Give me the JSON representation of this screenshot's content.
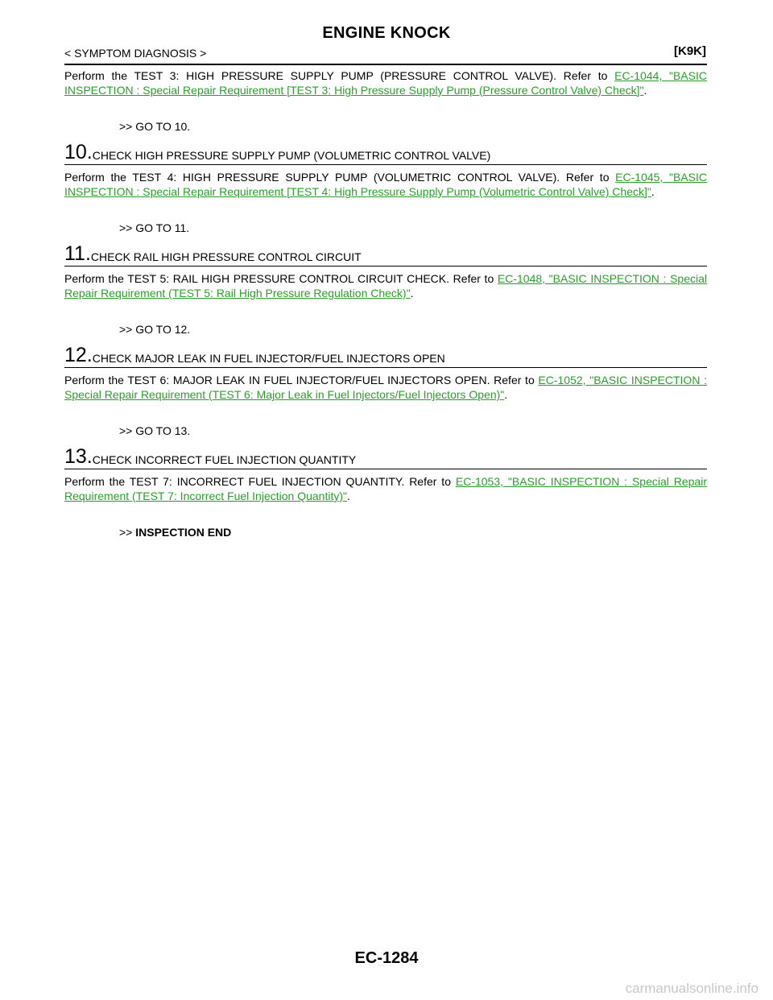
{
  "header": {
    "title": "ENGINE KNOCK",
    "section": "< SYMPTOM DIAGNOSIS >",
    "model": "[K9K]"
  },
  "intro": {
    "text": "Perform the TEST 3: HIGH PRESSURE SUPPLY PUMP (PRESSURE CONTROL VALVE). Refer to ",
    "link": "EC-1044, \"BASIC INSPECTION : Special Repair Requirement [TEST 3: High Pressure Supply Pump (Pressure Control Valve) Check]\"",
    "tail": ".",
    "goto": ">> GO TO 10."
  },
  "steps": [
    {
      "number": "10.",
      "title": "CHECK HIGH PRESSURE SUPPLY PUMP (VOLUMETRIC CONTROL VALVE)",
      "text": "Perform the TEST 4: HIGH PRESSURE SUPPLY PUMP (VOLUMETRIC CONTROL VALVE). Refer to ",
      "link": "EC-1045, \"BASIC INSPECTION : Special Repair Requirement [TEST 4: High Pressure Supply Pump (Volumetric Control Valve) Check]\"",
      "tail": ".",
      "goto": ">> GO TO 11."
    },
    {
      "number": "11.",
      "title": "CHECK RAIL HIGH PRESSURE CONTROL CIRCUIT",
      "text": "Perform the TEST 5: RAIL HIGH PRESSURE CONTROL CIRCUIT CHECK. Refer to ",
      "link": "EC-1048, \"BASIC INSPECTION : Special Repair Requirement (TEST 5: Rail High Pressure Regulation Check)\"",
      "tail": ".",
      "goto": ">> GO TO 12."
    },
    {
      "number": "12.",
      "title": "CHECK MAJOR LEAK IN FUEL INJECTOR/FUEL INJECTORS OPEN",
      "text": "Perform the TEST 6: MAJOR LEAK IN FUEL INJECTOR/FUEL INJECTORS OPEN. Refer to ",
      "link": "EC-1052, \"BASIC INSPECTION : Special Repair Requirement (TEST 6: Major Leak in Fuel Injectors/Fuel Injectors Open)\"",
      "tail": ".",
      "goto": ">> GO TO 13."
    },
    {
      "number": "13.",
      "title": "CHECK INCORRECT FUEL INJECTION QUANTITY",
      "text": "Perform the TEST 7: INCORRECT FUEL INJECTION QUANTITY. Refer to ",
      "link": "EC-1053, \"BASIC INSPECTION : Special Repair Requirement (TEST 7: Incorrect Fuel Injection Quantity)\"",
      "tail": ".",
      "goto_prefix": ">> ",
      "goto_end": "INSPECTION END"
    }
  ],
  "footer": {
    "page_number": "EC-1284",
    "watermark": "carmanualsonline.info"
  },
  "colors": {
    "link": "#2aa02a",
    "text": "#000000"
  }
}
